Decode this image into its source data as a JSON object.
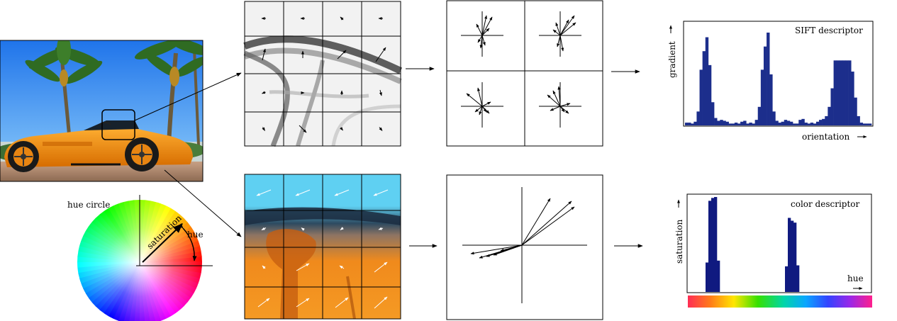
{
  "labels": {
    "hue_circle": "hue circle",
    "saturation": "saturation",
    "hue": "hue"
  },
  "sift_chart": {
    "title": "SIFT descriptor",
    "xlabel": "orientation",
    "ylabel": "gradient",
    "bar_color": "#1c2e8c"
  },
  "color_chart": {
    "title": "color descriptor",
    "xlabel": "hue",
    "ylabel": "saturation",
    "bar_color": "#101a80"
  },
  "colors": {
    "sky": "#2a8ef0",
    "car": "#f28a16",
    "patch_sky": "#5fd0f2",
    "patch_orange": "#f59a24"
  },
  "chart_data": [
    {
      "type": "bar",
      "title": "SIFT descriptor",
      "xlabel": "orientation",
      "ylabel": "gradient",
      "x": [
        1,
        2,
        3,
        4,
        5,
        6,
        7,
        8,
        9,
        10,
        11,
        12,
        13,
        14,
        15,
        16,
        17,
        18,
        19,
        20,
        21,
        22,
        23,
        24,
        25,
        26,
        27,
        28,
        29,
        30,
        31,
        32,
        33,
        34,
        35,
        36,
        37,
        38,
        39,
        40,
        41,
        42,
        43,
        44,
        45,
        46,
        47,
        48,
        49,
        50,
        51,
        52,
        53,
        54,
        55,
        56,
        57,
        58,
        59,
        60,
        61,
        62,
        63,
        64
      ],
      "values": [
        3,
        3,
        2,
        4,
        15,
        60,
        80,
        95,
        65,
        25,
        8,
        5,
        6,
        5,
        4,
        2,
        2,
        3,
        2,
        4,
        5,
        2,
        3,
        2,
        6,
        20,
        60,
        85,
        100,
        55,
        15,
        5,
        3,
        4,
        6,
        5,
        4,
        2,
        2,
        6,
        7,
        3,
        2,
        3,
        2,
        4,
        6,
        7,
        10,
        20,
        40,
        70,
        70,
        70,
        70,
        70,
        70,
        58,
        30,
        10,
        3,
        2,
        2,
        2
      ],
      "ylim": [
        0,
        100
      ]
    },
    {
      "type": "bar",
      "title": "color descriptor",
      "xlabel": "hue",
      "ylabel": "saturation",
      "x": [
        1,
        2,
        3,
        4,
        5,
        6,
        7,
        8,
        9,
        10,
        11,
        12,
        13,
        14,
        15,
        16,
        17,
        18,
        19,
        20,
        21,
        22,
        23,
        24,
        25,
        26,
        27,
        28,
        29,
        30,
        31,
        32,
        33,
        34,
        35,
        36,
        37,
        38,
        39,
        40,
        41,
        42,
        43,
        44,
        45,
        46,
        47,
        48,
        49,
        50,
        51,
        52,
        53,
        54,
        55,
        56,
        57,
        58,
        59,
        60,
        61,
        62,
        63,
        64
      ],
      "values": [
        0,
        0,
        0,
        0,
        0,
        0,
        31,
        96,
        99,
        100,
        33,
        0,
        0,
        0,
        0,
        0,
        0,
        0,
        0,
        0,
        0,
        0,
        0,
        0,
        0,
        0,
        0,
        0,
        0,
        0,
        0,
        0,
        0,
        0,
        27,
        78,
        75,
        73,
        28,
        0,
        0,
        0,
        0,
        0,
        0,
        0,
        0,
        0,
        0,
        0,
        0,
        0,
        0,
        0,
        0,
        0,
        0,
        0,
        0,
        0,
        0,
        0,
        0,
        0
      ],
      "ylim": [
        0,
        100
      ]
    }
  ]
}
